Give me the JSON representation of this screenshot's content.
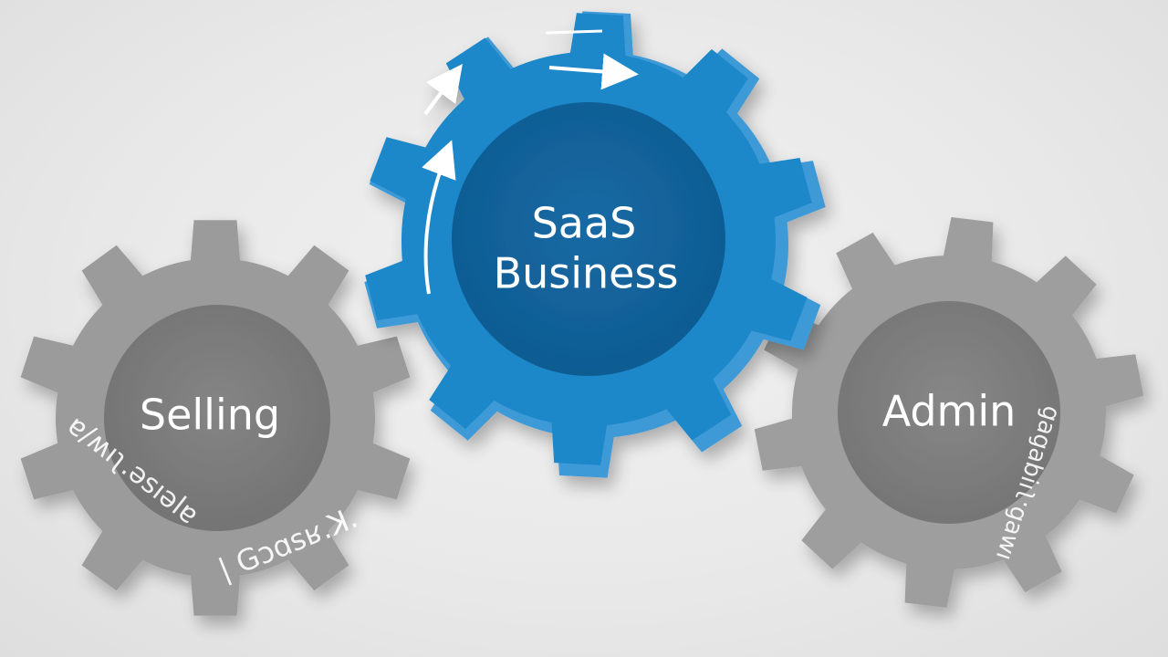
{
  "gears": {
    "center": {
      "label_line1": "SaaS",
      "label_line2": "Business",
      "color": "#1b87c9",
      "hub_color": "#12619a"
    },
    "left": {
      "label": "Selling",
      "arc_text_left": "ɐ/ʍıʅ.ǝsıǝlɐ",
      "arc_text_right": "| Gɔɑsʁ.ꓘ.",
      "color": "#9b9b9b",
      "hub_color": "#7b7b7b"
    },
    "right": {
      "label": "Admin",
      "arc_text": "ıʍɐɓ.ʅıᴉqɐɓɐɓ",
      "color": "#9e9e9e",
      "hub_color": "#7d7d7d"
    }
  }
}
